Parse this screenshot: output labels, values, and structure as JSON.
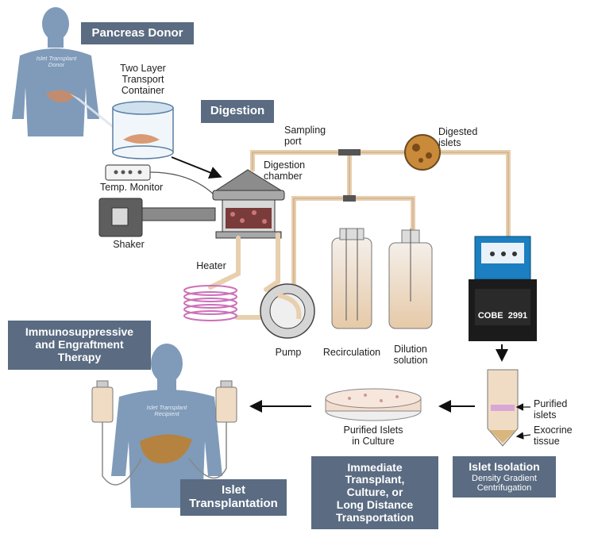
{
  "headings": {
    "pancreas_donor": "Pancreas Donor",
    "digestion": "Digestion",
    "immuno_line1": "Immunosuppressive",
    "immuno_line2": "and Engraftment",
    "immuno_line3": "Therapy",
    "islet_tx_line1": "Islet",
    "islet_tx_line2": "Transplantation",
    "immediate_line1": "Immediate",
    "immediate_line2": "Transplant,",
    "immediate_line3": "Culture, or",
    "immediate_line4": "Long Distance",
    "immediate_line5": "Transportation",
    "isolation_title": "Islet Isolation",
    "isolation_sub1": "Density Gradient",
    "isolation_sub2": "Centrifugation"
  },
  "labels": {
    "container_line1": "Two Layer",
    "container_line2": "Transport",
    "container_line3": "Container",
    "temp_monitor": "Temp. Monitor",
    "shaker": "Shaker",
    "heater": "Heater",
    "sampling_line1": "Sampling",
    "sampling_line2": "port",
    "chamber_line1": "Digestion",
    "chamber_line2": "chamber",
    "digested_line1": "Digested",
    "digested_line2": "islets",
    "pump": "Pump",
    "recirculation": "Recirculation",
    "dilution_line1": "Dilution",
    "dilution_line2": "solution",
    "cobe": "COBE  2991",
    "purified_line1": "Purified",
    "purified_line2": "islets",
    "exocrine_line1": "Exocrine",
    "exocrine_line2": "tissue",
    "culture_line1": "Purified Islets",
    "culture_line2": "in Culture",
    "donor_body_line1": "Islet Transplant",
    "donor_body_line2": "Donor",
    "recipient_body_line1": "Islet Transplant",
    "recipient_body_line2": "Recipient"
  },
  "colors": {
    "label_box": "#5a6b82",
    "body_silhouette": "#7f9bb9",
    "tubing": "#e8cfae",
    "liver": "#b5833f",
    "cobe_panel": "#1b7fc1"
  }
}
